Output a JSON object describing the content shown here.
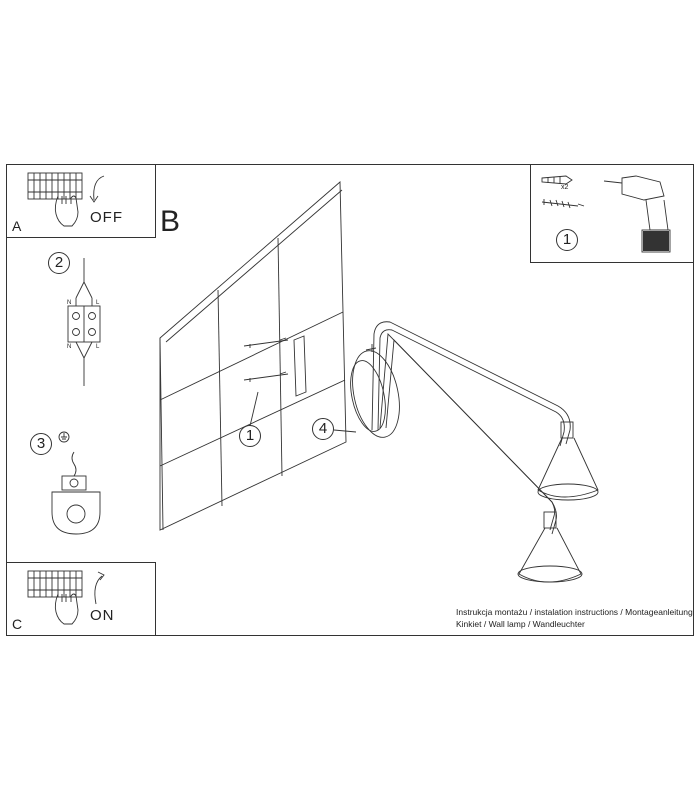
{
  "steps": {
    "a": {
      "letter": "A",
      "action": "OFF"
    },
    "b": {
      "letter": "B"
    },
    "c": {
      "letter": "C",
      "action": "ON"
    }
  },
  "callouts": {
    "one_kit": "1",
    "two": "2",
    "three": "3",
    "one_wall": "1",
    "four": "4",
    "quantity": "x2"
  },
  "wiring_labels": {
    "neutral": "N",
    "live": "L"
  },
  "captions": {
    "line1": "Instrukcja montażu / instalation instructions / Montageanleitung",
    "line2": "Kinkiet / Wall lamp / Wandleuchter"
  },
  "icons": [
    "breaker-panel-icon",
    "hand-icon",
    "rotate-arrow-icon",
    "terminal-block-icon",
    "ground-icon",
    "drill-icon",
    "wall-plug-icon",
    "screw-icon",
    "wall-lamp-illustration"
  ]
}
